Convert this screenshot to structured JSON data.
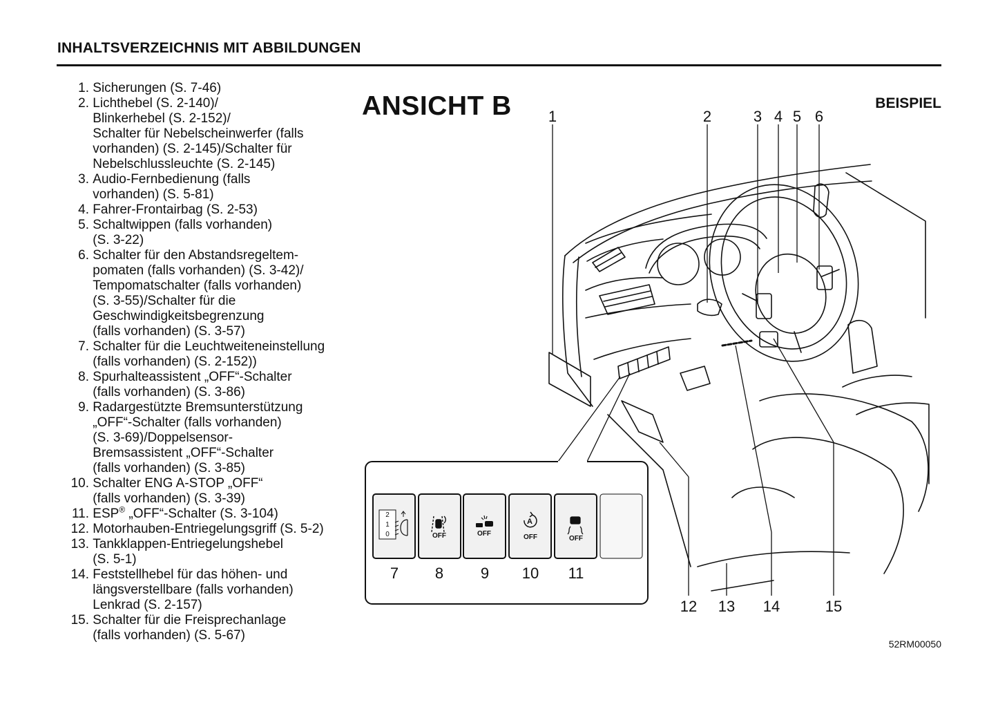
{
  "header": {
    "title": "INHALTSVERZEICHNIS MIT ABBILDUNGEN"
  },
  "toc": {
    "items": [
      {
        "num": "1.",
        "text": "Sicherungen (S. 7-46)"
      },
      {
        "num": "2.",
        "text": "Lichthebel (S. 2-140)/\nBlinkerhebel (S. 2-152)/\nSchalter für Nebelscheinwerfer (falls\nvorhanden) (S. 2-145)/Schalter für\nNebelschlussleuchte (S. 2-145)"
      },
      {
        "num": "3.",
        "text": "Audio-Fernbedienung (falls\nvorhanden) (S. 5-81)"
      },
      {
        "num": "4.",
        "text": "Fahrer-Frontairbag (S. 2-53)"
      },
      {
        "num": "5.",
        "text": "Schaltwippen (falls vorhanden)\n(S. 3-22)"
      },
      {
        "num": "6.",
        "text": "Schalter für den Abstandsregeltem-\npomaten (falls vorhanden) (S. 3-42)/\nTempomatschalter (falls vorhanden)\n(S. 3-55)/Schalter für die\nGeschwindigkeitsbegrenzung\n(falls vorhanden) (S. 3-57)"
      },
      {
        "num": "7.",
        "text": "Schalter für die Leuchtweiteneinstellung\n(falls vorhanden) (S. 2-152))"
      },
      {
        "num": "8.",
        "text": "Spurhalteassistent „OFF“-Schalter\n(falls vorhanden) (S. 3-86)"
      },
      {
        "num": "9.",
        "text": "Radargestützte Bremsunterstützung\n„OFF“-Schalter (falls vorhanden)\n(S. 3-69)/Doppelsensor-\nBremsassistent „OFF“-Schalter\n(falls vorhanden) (S. 3-85)"
      },
      {
        "num": "10.",
        "text": "Schalter ENG A-STOP „OFF“\n(falls vorhanden) (S. 3-39)"
      },
      {
        "num": "11.",
        "text_pre": "ESP",
        "text_sup": "®",
        "text_post": " „OFF“-Schalter (S. 3-104)"
      },
      {
        "num": "12.",
        "text": "Motorhauben-Entriegelungsgriff (S. 5-2)"
      },
      {
        "num": "13.",
        "text": "Tankklappen-Entriegelungshebel\n(S. 5-1)"
      },
      {
        "num": "14.",
        "text": "Feststellhebel für das höhen- und\nlängsverstellbare (falls vorhanden)\nLenkrad (S. 2-157)"
      },
      {
        "num": "15.",
        "text": "Schalter für die Freisprechanlage\n(falls vorhanden) (S. 5-67)"
      }
    ]
  },
  "figure": {
    "view_title": "ANSICHT B",
    "example_label": "BEISPIEL",
    "image_code": "52RM00050",
    "callouts_top": [
      "1",
      "2",
      "3",
      "4",
      "5",
      "6"
    ],
    "callouts_bottom": [
      "12",
      "13",
      "14",
      "15"
    ],
    "switch_labels": [
      "7",
      "8",
      "9",
      "10",
      "11"
    ],
    "off_text": "OFF",
    "headlamp_levels": [
      "2",
      "1",
      "0"
    ],
    "auto_symbol": "A"
  },
  "colors": {
    "ink": "#111111",
    "switch_fill": "#f1f1f1",
    "blank_switch_fill": "#f7f7f7"
  }
}
